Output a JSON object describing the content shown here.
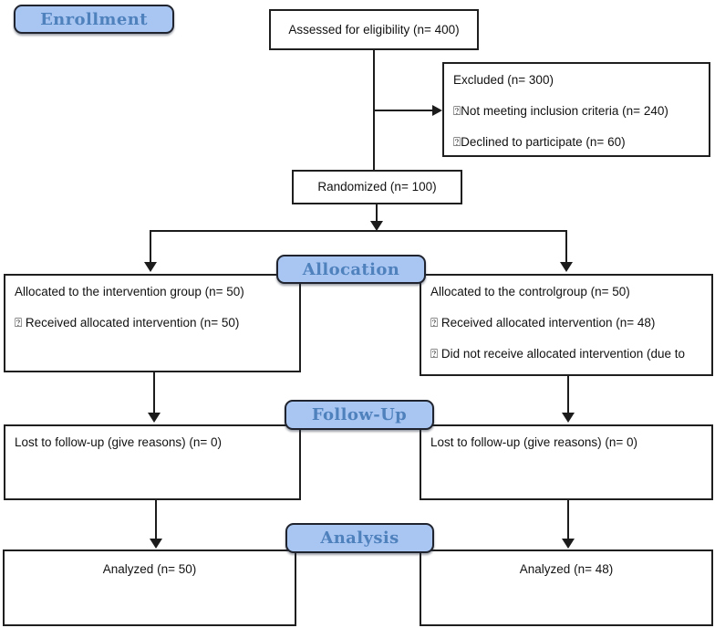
{
  "diagram": {
    "stages": {
      "enrollment_label": "Enrollment",
      "allocation_label": "Allocation",
      "followup_label": "Follow-Up",
      "analysis_label": "Analysis"
    },
    "boxes": {
      "assessed": {
        "text": "Assessed for eligibility (n= 400)"
      },
      "excluded": {
        "lines": [
          "Excluded (n= 300)",
          "⍰Not meeting inclusion criteria (n= 240)",
          "⍰Declined to participate (n= 60)"
        ]
      },
      "randomized": {
        "text": "Randomized (n= 100)"
      },
      "allocation_intervention": {
        "lines": [
          "Allocated to the intervention group (n= 50)",
          "⍰ Received allocated intervention (n= 50)"
        ]
      },
      "allocation_control": {
        "lines": [
          "Allocated to the controlgroup (n= 50)",
          "⍰ Received allocated intervention (n= 48)",
          "⍰ Did not receive allocated intervention (due to"
        ]
      },
      "followup_intervention": {
        "text": "Lost to follow-up (give reasons) (n= 0)"
      },
      "followup_control": {
        "text": "Lost to follow-up (give reasons) (n= 0)"
      },
      "analyzed_intervention": {
        "text": "Analyzed (n= 50)"
      },
      "analyzed_control": {
        "text": "Analyzed (n= 48)"
      }
    },
    "colors": {
      "badge_fill": "#a9c6f3",
      "badge_text": "#4f81bd",
      "badge_border": "#20242e",
      "box_border": "#1f1f1f",
      "line": "#1c1c1c"
    }
  }
}
